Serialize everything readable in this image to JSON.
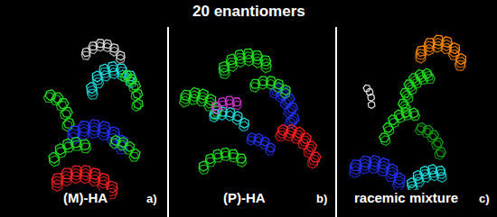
{
  "diagram": {
    "title": "20 enantiomers",
    "labels": [
      "(M)-HA",
      "a)",
      "(P)-HA",
      "b)",
      "racemic mixture",
      "c)"
    ]
  }
}
